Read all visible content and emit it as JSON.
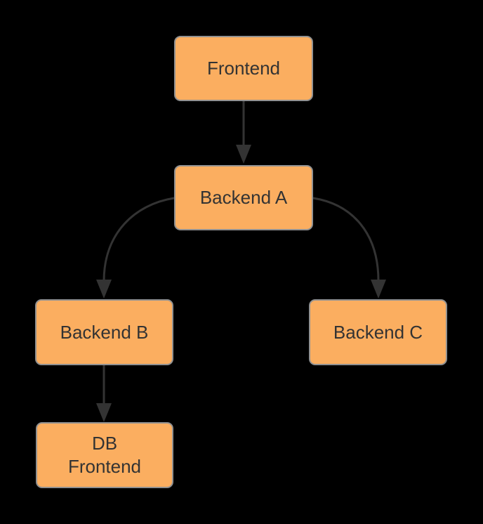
{
  "diagram": {
    "type": "flowchart",
    "direction": "top-down",
    "nodes": [
      {
        "id": "frontend",
        "label": "Frontend"
      },
      {
        "id": "backend-a",
        "label": "Backend A"
      },
      {
        "id": "backend-b",
        "label": "Backend B"
      },
      {
        "id": "backend-c",
        "label": "Backend C"
      },
      {
        "id": "db-frontend",
        "label_line1": "DB",
        "label_line2": "Frontend"
      }
    ],
    "edges": [
      {
        "from": "Frontend",
        "to": "Backend A",
        "style": "straight-arrow-down"
      },
      {
        "from": "Backend A",
        "to": "Backend B",
        "style": "curved-arrow-left-down"
      },
      {
        "from": "Backend A",
        "to": "Backend C",
        "style": "curved-arrow-right-down"
      },
      {
        "from": "Backend B",
        "to": "DB Frontend",
        "style": "straight-arrow-down"
      }
    ],
    "colors": {
      "background": "#000000",
      "node_fill": "#FBAE60",
      "node_border": "#919191",
      "node_text": "#333333",
      "edge_stroke": "#333333"
    }
  }
}
